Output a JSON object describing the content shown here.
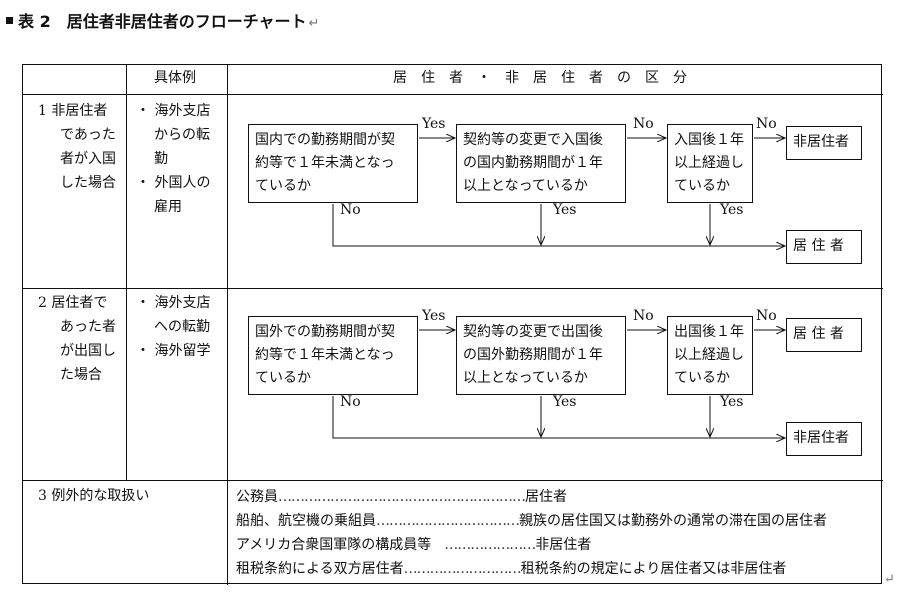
{
  "title": {
    "text": "表 2　居住者非居住者のフローチャート",
    "para_mark": "↵"
  },
  "header": {
    "col_example": "具体例",
    "col_division": "居　住　者　・　非　居　住　者　の　区　分"
  },
  "section1": {
    "case": [
      "1 非居住者",
      "であった",
      "者が入国",
      "した場合"
    ],
    "examples": [
      "・ 海外支店",
      "からの転",
      "勤",
      "・ 外国人の",
      "雇用"
    ],
    "box1": [
      "国内での勤務期間が契",
      "約等で１年未満となっ",
      "ているか"
    ],
    "box2": [
      "契約等の変更で入国後",
      "の国内勤務期間が１年",
      "以上となっているか"
    ],
    "box3": [
      "入国後１年",
      "以上経過し",
      "ているか"
    ],
    "result_top": "非居住者",
    "result_bottom": "居 住 者",
    "yes": "Yes",
    "no": "No"
  },
  "section2": {
    "case": [
      "2 居住者で",
      "あった者",
      "が出国し",
      "た場合"
    ],
    "examples": [
      "・ 海外支店",
      "への転勤",
      "・ 海外留学"
    ],
    "box1": [
      "国外での勤務期間が契",
      "約等で１年未満となっ",
      "ているか"
    ],
    "box2": [
      "契約等の変更で出国後",
      "の国外勤務期間が１年",
      "以上となっているか"
    ],
    "box3": [
      "出国後１年",
      "以上経過し",
      "ているか"
    ],
    "result_top": "居 住 者",
    "result_bottom": "非居住者",
    "yes": "Yes",
    "no": "No"
  },
  "section3": {
    "case": "3 例外的な取扱い",
    "rows": [
      {
        "left": "公務員",
        "dots": "…………………………………………………",
        "right": "居住者"
      },
      {
        "left": "船舶、航空機の乗組員",
        "dots": "……………………………",
        "right": "親族の居住国又は勤務外の通常の滞在国の居住者"
      },
      {
        "left": "アメリカ合衆国軍隊の構成員等",
        "dots": "　…………………",
        "right": "非居住者"
      },
      {
        "left": "租税条約による双方居住者",
        "dots": "………………………",
        "right": "租税条約の規定により居住者又は非居住者"
      }
    ]
  },
  "end_mark": "↵"
}
